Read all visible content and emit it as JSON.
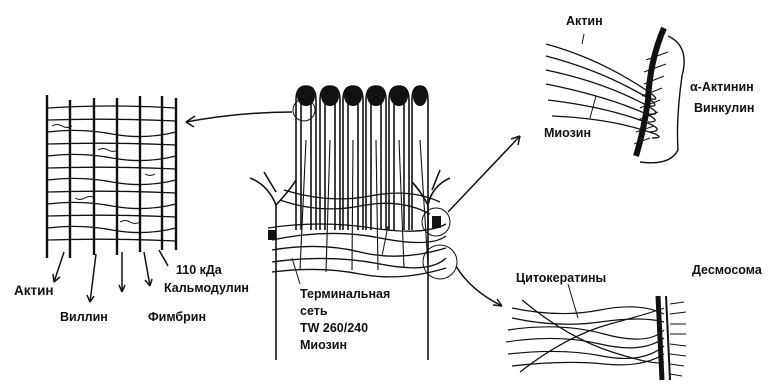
{
  "labels": {
    "actin_left": "Актин",
    "villin": "Виллин",
    "fimbrin": "Фимбрин",
    "kda110": "110 кДа",
    "calmodulin": "Кальмодулин",
    "terminal_web": "Терминальная",
    "terminal_web_2": "сеть",
    "tw260": "TW 260/240",
    "myosin_center": "Миозин",
    "actin_top": "Актин",
    "alpha_actinin": "α-Актинин",
    "vinculin": "Винкулин",
    "myosin_right": "Миозин",
    "cytokeratins": "Цитокератины",
    "desmosome": "Десмосома"
  },
  "colors": {
    "ink": "#111111",
    "background": "#ffffff"
  }
}
